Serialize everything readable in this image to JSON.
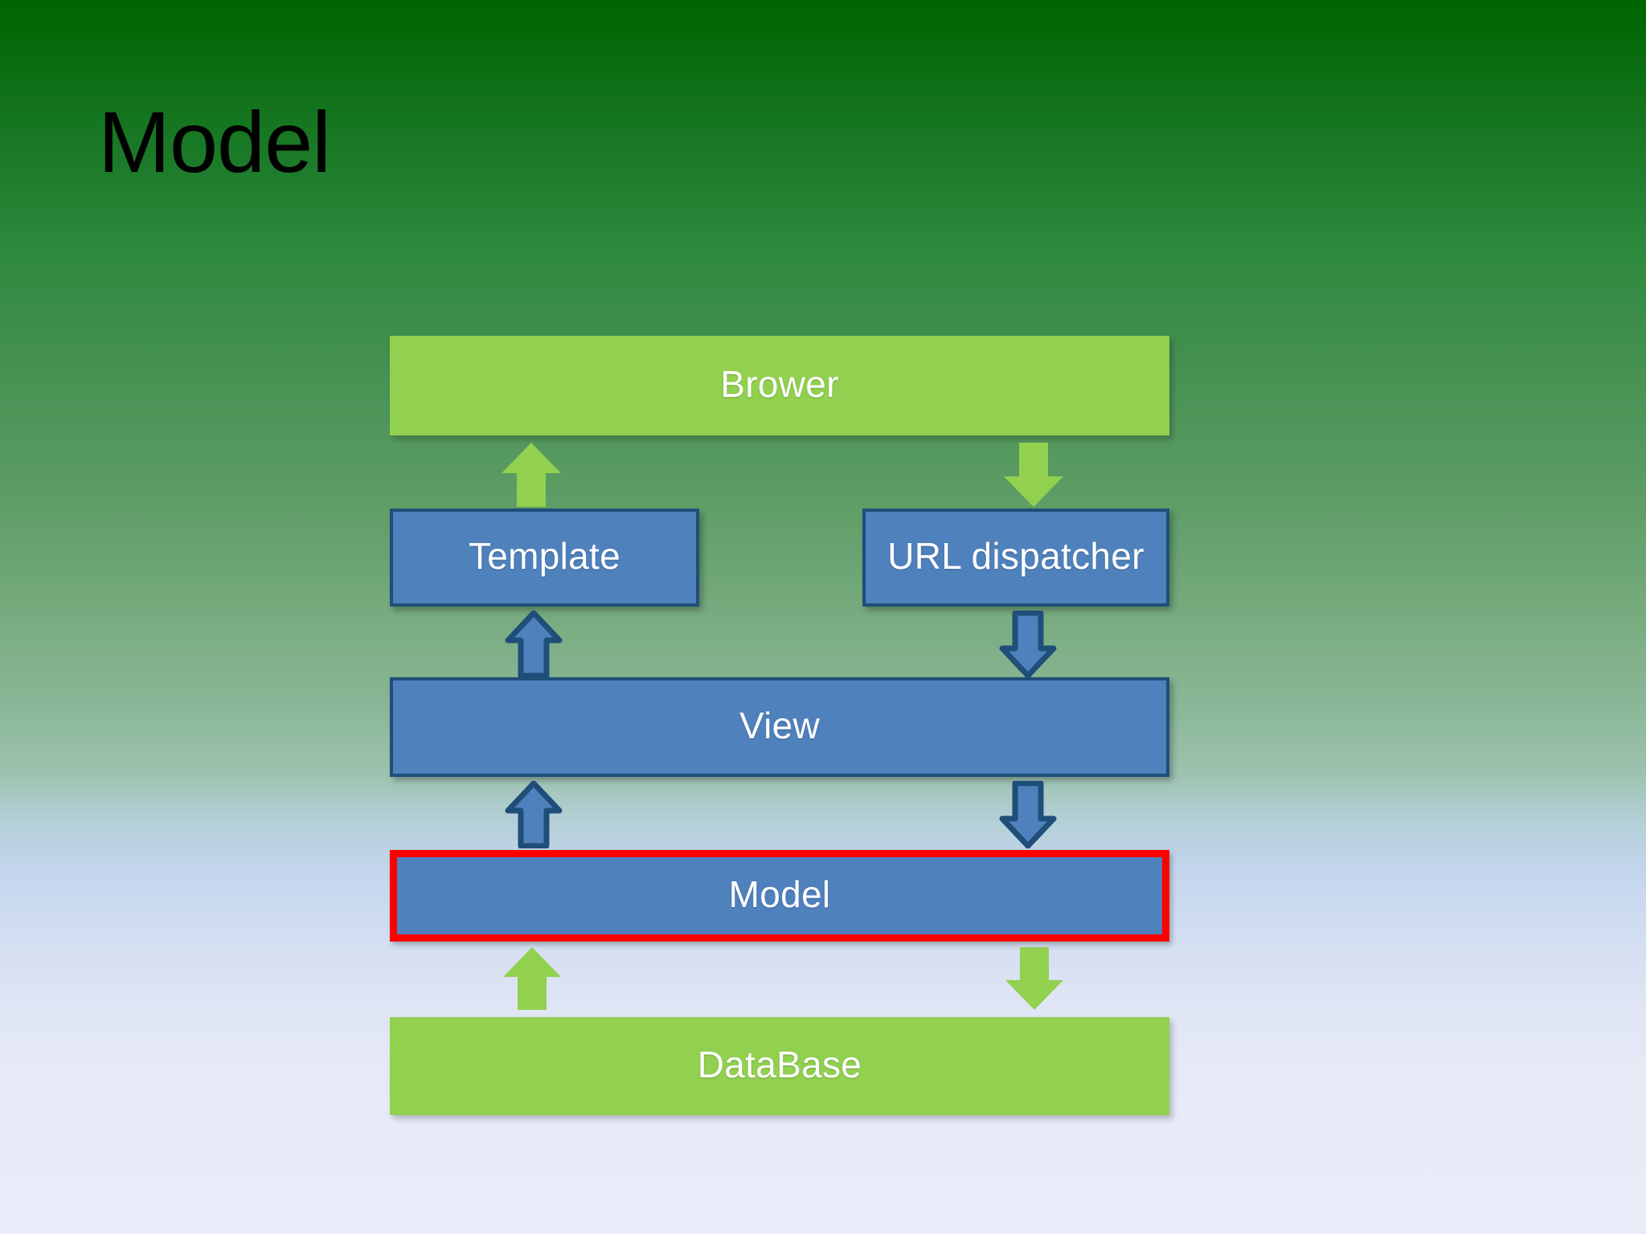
{
  "slide": {
    "title": "Model",
    "title_color": "#000000",
    "background": {
      "type": "vertical-gradient",
      "from": "#006400",
      "to": "#E8EBF7"
    }
  },
  "palette": {
    "green_box": "#92D050",
    "blue_box": "#4F81BD",
    "blue_border": "#1F4E79",
    "highlight_border": "#FF0000",
    "box_text": "#FFFFFF"
  },
  "diagram": {
    "type": "flow",
    "nodes": [
      {
        "id": "brower",
        "label": "Brower",
        "style": "green",
        "row": 1,
        "span": "full"
      },
      {
        "id": "template",
        "label": "Template",
        "style": "blue",
        "row": 2,
        "span": "left"
      },
      {
        "id": "urldispatch",
        "label": "URL dispatcher",
        "style": "blue",
        "row": 2,
        "span": "right"
      },
      {
        "id": "view",
        "label": "View",
        "style": "blue",
        "row": 3,
        "span": "full"
      },
      {
        "id": "model",
        "label": "Model",
        "style": "blue",
        "row": 4,
        "span": "full",
        "highlighted": true
      },
      {
        "id": "database",
        "label": "DataBase",
        "style": "green",
        "row": 5,
        "span": "full"
      }
    ],
    "edges": [
      {
        "id": "brower-to-template",
        "from": "template",
        "to": "brower",
        "direction": "up",
        "color": "#92D050"
      },
      {
        "id": "brower-to-url",
        "from": "brower",
        "to": "urldispatch",
        "direction": "down",
        "color": "#92D050"
      },
      {
        "id": "view-to-template",
        "from": "view",
        "to": "template",
        "direction": "up",
        "color": "#4F81BD"
      },
      {
        "id": "url-to-view",
        "from": "urldispatch",
        "to": "view",
        "direction": "down",
        "color": "#4F81BD"
      },
      {
        "id": "model-to-view",
        "from": "model",
        "to": "view",
        "direction": "up",
        "color": "#4F81BD"
      },
      {
        "id": "view-to-model",
        "from": "view",
        "to": "model",
        "direction": "down",
        "color": "#4F81BD"
      },
      {
        "id": "db-to-model",
        "from": "database",
        "to": "model",
        "direction": "up",
        "color": "#92D050"
      },
      {
        "id": "model-to-db",
        "from": "model",
        "to": "database",
        "direction": "down",
        "color": "#92D050"
      }
    ]
  }
}
